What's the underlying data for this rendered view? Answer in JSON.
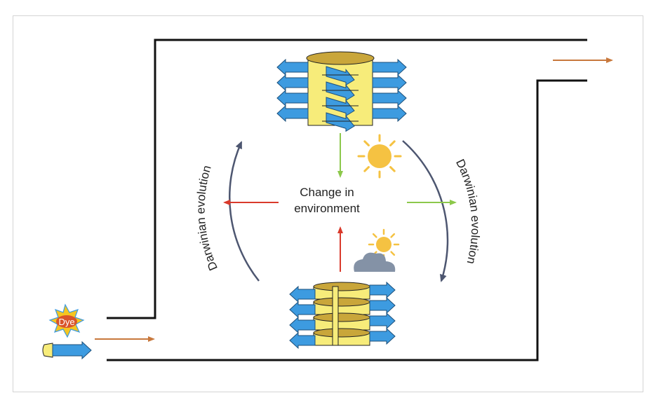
{
  "diagram": {
    "center_label": [
      "Change in",
      "environment"
    ],
    "left_cycle_label": "Darwinian evolution",
    "right_cycle_label": "Darwinian evolution",
    "input_tag": "Dye",
    "icons": [
      "sun-icon",
      "partly-cloudy-icon"
    ],
    "colors": {
      "strand": "#3d9be0",
      "strand_outline": "#1c4f7a",
      "barrel": "#f7ec7a",
      "barrel_band": "#c9a63a",
      "arrow_green": "#8cc84b",
      "arrow_red": "#d93a2b",
      "arrow_flow": "#c8783c",
      "cycle_arrow": "#4d5670",
      "sun": "#f5c242",
      "cloud": "#8492a6",
      "dye_burst": "#f5c520",
      "dye_core": "#d9542a"
    }
  }
}
